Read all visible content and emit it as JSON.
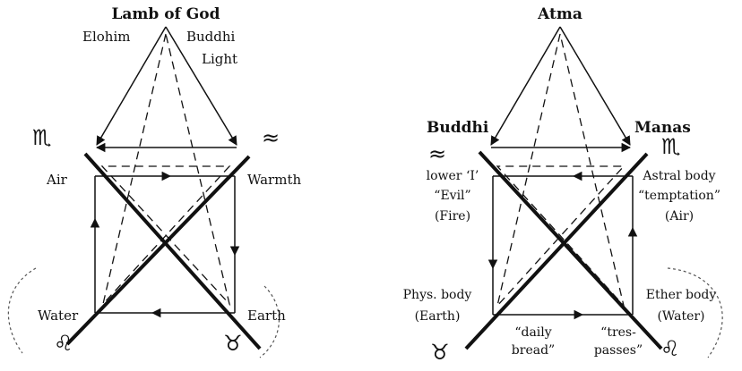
{
  "left": {
    "top": "Lamb of God",
    "elohim": "Elohim",
    "buddhi": "Buddhi",
    "light": "Light",
    "air": "Air",
    "warmth": "Warmth",
    "water": "Water",
    "earth": "Earth",
    "sym_scorpio": "♏",
    "sym_aquarius": "≈",
    "sym_leo": "♌",
    "sym_taurus": "♉"
  },
  "right": {
    "top": "Atma",
    "buddhi": "Buddhi",
    "manas": "Manas",
    "lower_i": "lower ‘I’",
    "evil": "“Evil”",
    "fire": "(Fire)",
    "astral": "Astral body",
    "temptation": "“temptation”",
    "air": "(Air)",
    "phys": "Phys. body",
    "earth": "(Earth)",
    "ether": "Ether body",
    "water": "(Water)",
    "daily": "“daily",
    "bread": "bread”",
    "tres": "“tres-",
    "passes": "passes”",
    "sym_aquarius": "≈",
    "sym_scorpio": "♏",
    "sym_taurus": "♉",
    "sym_leo": "♌"
  }
}
